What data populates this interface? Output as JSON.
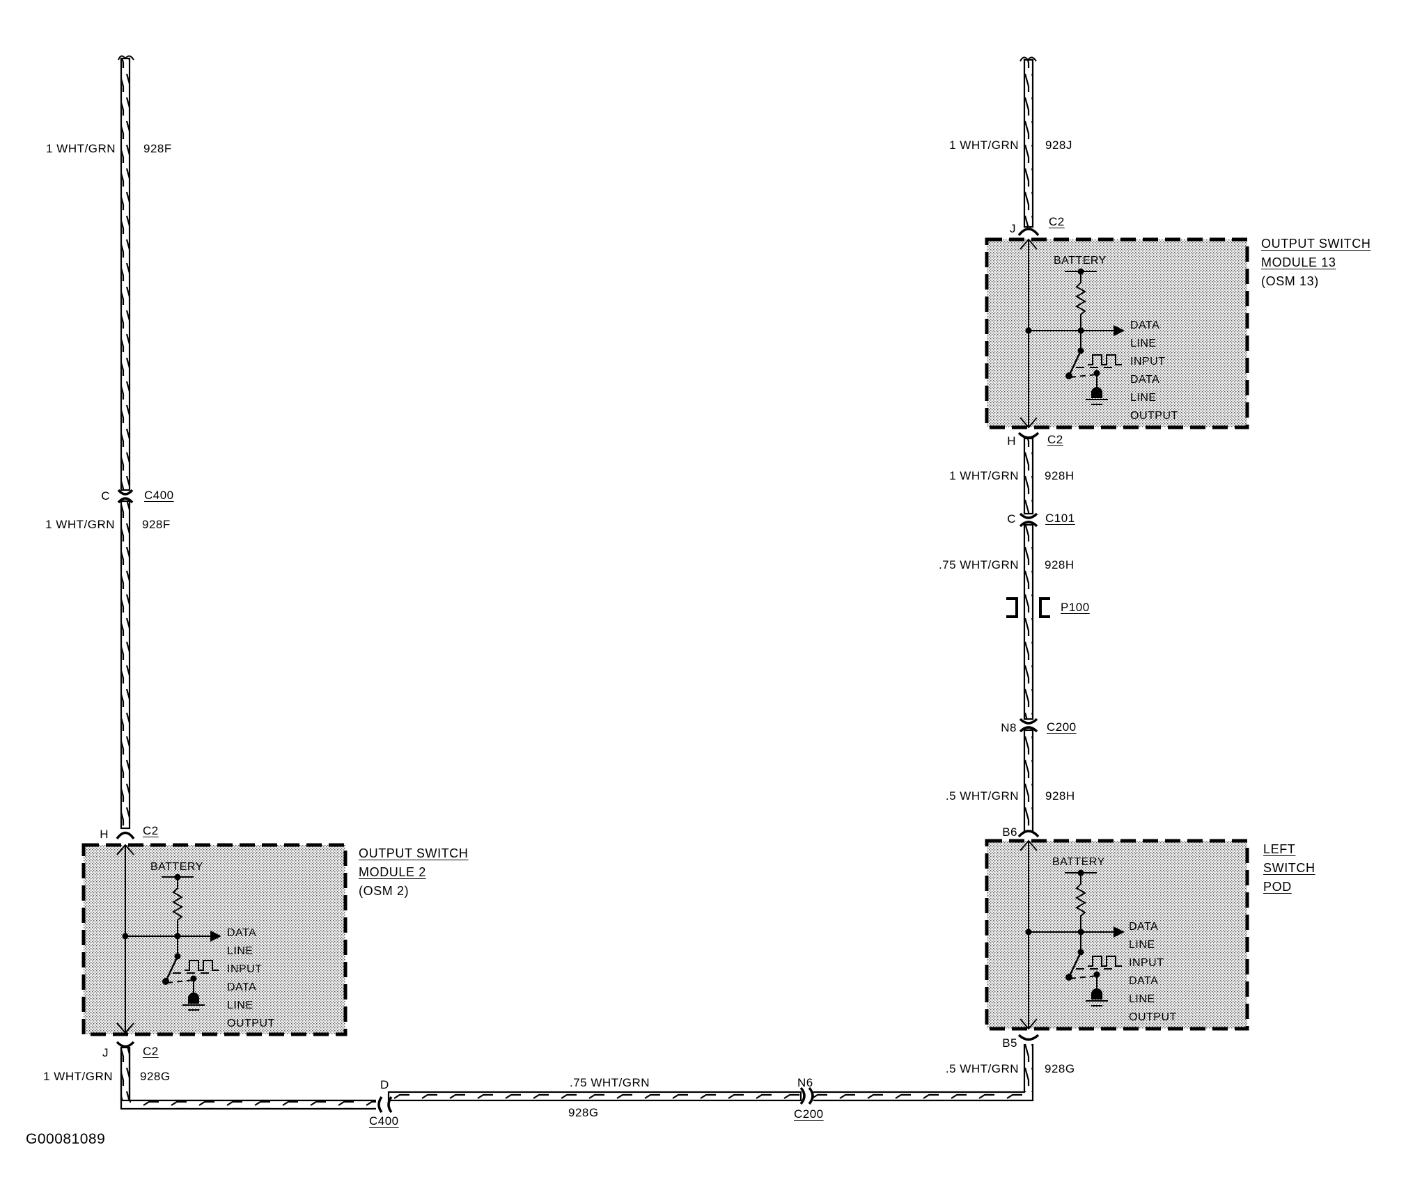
{
  "figure_id": "G00081089",
  "left_wire": {
    "top_segment": {
      "gauge_color": "1 WHT/GRN",
      "circuit": "928F"
    },
    "connector_c400": {
      "pin": "C",
      "name": "C400"
    },
    "mid_segment": {
      "gauge_color": "1 WHT/GRN",
      "circuit": "928F"
    },
    "osm2_in": {
      "pin": "H",
      "name": "C2"
    },
    "osm2_out": {
      "pin": "J",
      "name": "C2"
    },
    "bottom_segment": {
      "gauge_color": "1 WHT/GRN",
      "circuit": "928G"
    }
  },
  "bottom_wire": {
    "connector_c400": {
      "pin": "D",
      "name": "C400"
    },
    "segment": {
      "gauge_color": ".75 WHT/GRN",
      "circuit": "928G"
    },
    "connector_c200": {
      "pin": "N6",
      "name": "C200"
    }
  },
  "right_wire": {
    "top_segment": {
      "gauge_color": "1 WHT/GRN",
      "circuit": "928J"
    },
    "osm13_in": {
      "pin": "J",
      "name": "C2"
    },
    "osm13_out": {
      "pin": "H",
      "name": "C2"
    },
    "seg1": {
      "gauge_color": "1 WHT/GRN",
      "circuit": "928H"
    },
    "connector_c101": {
      "pin": "C",
      "name": "C101"
    },
    "seg2": {
      "gauge_color": ".75 WHT/GRN",
      "circuit": "928H"
    },
    "splice_p100": {
      "name": "P100"
    },
    "connector_c200": {
      "pin": "N8",
      "name": "C200"
    },
    "seg3": {
      "gauge_color": ".5 WHT/GRN",
      "circuit": "928H"
    },
    "pod_in": {
      "pin": "B6"
    },
    "pod_out": {
      "pin": "B5"
    },
    "seg4": {
      "gauge_color": ".5 WHT/GRN",
      "circuit": "928G"
    }
  },
  "modules": {
    "osm2": {
      "line1": "OUTPUT SWITCH",
      "line2": "MODULE 2",
      "line3": "(OSM 2)"
    },
    "osm13": {
      "line1": "OUTPUT SWITCH",
      "line2": "MODULE 13",
      "line3": "(OSM 13)"
    },
    "pod": {
      "line1": "LEFT",
      "line2": "SWITCH",
      "line3": "POD"
    }
  },
  "module_internals": {
    "battery": "BATTERY",
    "labels": [
      "DATA",
      "LINE",
      "INPUT",
      "DATA",
      "LINE",
      "OUTPUT"
    ]
  }
}
